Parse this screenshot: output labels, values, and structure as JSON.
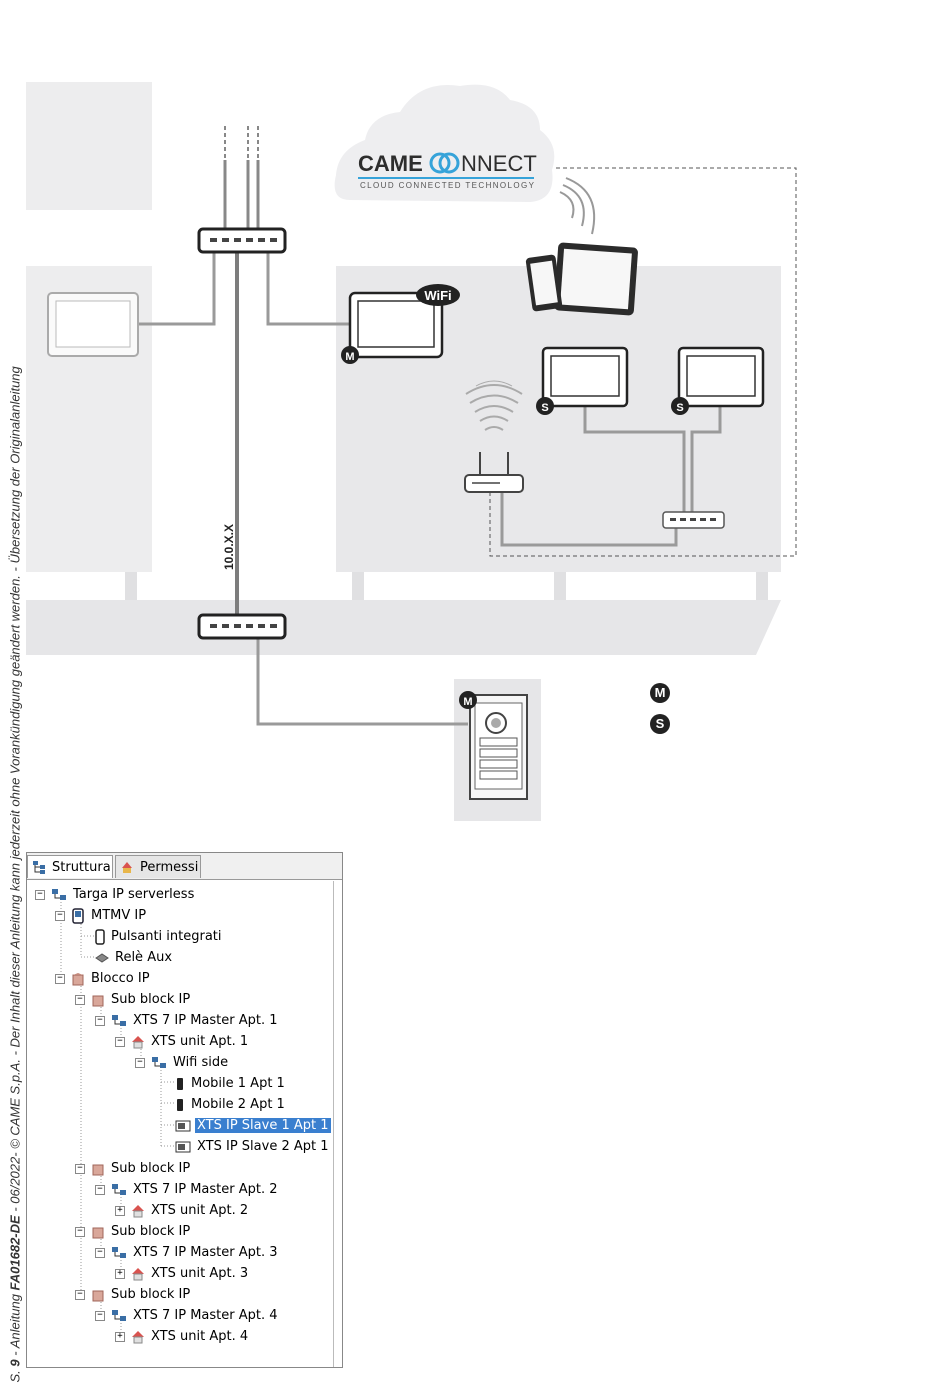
{
  "side_note": {
    "prefix": "S. ",
    "page": "9",
    "middle": " - Anleitung ",
    "doc_id": "FA01682-DE",
    "suffix": " - 06/2022- © CAME S.p.A. - Der Inhalt dieser Anleitung kann jederzeit ohne Vorankündigung geändert werden. - Übersetzung der Originalanleitung"
  },
  "diagram": {
    "cloud_brand_left": "CAME",
    "cloud_brand_right": "NNECT",
    "cloud_tagline": "CLOUD CONNECTED TECHNOLOGY",
    "wifi_badge": "WiFi",
    "ip_label": "10.0.X.X",
    "badge_master": "M",
    "badge_slave": "S"
  },
  "legend": {
    "master_badge": "M",
    "slave_badge": "S"
  },
  "tree": {
    "tabs": [
      "Struttura",
      "Permessi"
    ],
    "nodes": [
      {
        "label": "Targa IP serverless"
      },
      {
        "label": "MTMV IP"
      },
      {
        "label": "Pulsanti integrati"
      },
      {
        "label": "Relè Aux"
      },
      {
        "label": "Blocco IP"
      },
      {
        "label": "Sub block IP"
      },
      {
        "label": "XTS 7 IP Master Apt. 1"
      },
      {
        "label": "XTS unit Apt. 1"
      },
      {
        "label": "Wifi side"
      },
      {
        "label": "Mobile 1 Apt 1"
      },
      {
        "label": "Mobile 2 Apt 1"
      },
      {
        "label": "XTS IP Slave 1 Apt 1"
      },
      {
        "label": "XTS IP Slave 2 Apt 1"
      },
      {
        "label": "Sub block IP"
      },
      {
        "label": "XTS 7 IP Master Apt. 2"
      },
      {
        "label": "XTS unit Apt. 2"
      },
      {
        "label": "Sub block IP"
      },
      {
        "label": "XTS 7 IP Master Apt. 3"
      },
      {
        "label": "XTS unit Apt. 3"
      },
      {
        "label": "Sub block IP"
      },
      {
        "label": "XTS 7 IP Master Apt. 4"
      },
      {
        "label": "XTS unit Apt. 4"
      }
    ]
  }
}
